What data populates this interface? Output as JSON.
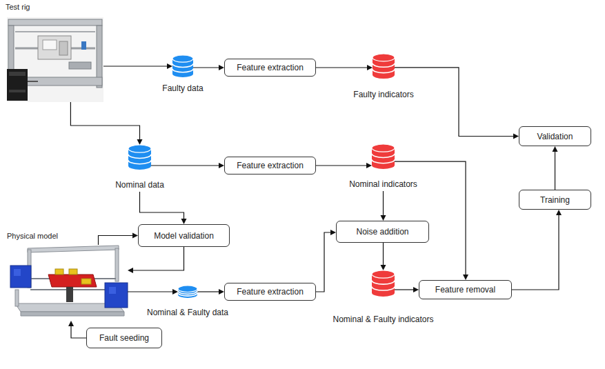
{
  "diagram": {
    "nodes": [
      {
        "text": [
          "Test rig"
        ]
      },
      {
        "text": [
          "Faulty data"
        ]
      },
      {
        "text": [
          "Feature extraction"
        ]
      },
      {
        "text": [
          "Faulty indicators"
        ]
      },
      {
        "text": [
          "Validation"
        ]
      },
      {
        "text": [
          "Nominal data"
        ]
      },
      {
        "text": [
          "Feature extraction"
        ]
      },
      {
        "text": [
          "Nominal indicators"
        ]
      },
      {
        "text": [
          "Training"
        ]
      },
      {
        "text": [
          "Noise addition"
        ]
      },
      {
        "text": [
          "Physical model"
        ]
      },
      {
        "text": [
          "Model validation"
        ]
      },
      {
        "text": [
          "Nominal & Faulty data"
        ]
      },
      {
        "text": [
          "Feature extraction"
        ]
      },
      {
        "text": [
          "Nominal & Faulty indicators"
        ]
      },
      {
        "text": [
          "Feature removal"
        ]
      },
      {
        "text": [
          "Fault seeding"
        ]
      }
    ],
    "edges": [
      {
        "from": 0,
        "to": 1,
        "arrow": "to"
      },
      {
        "from": 1,
        "to": 2,
        "arrow": "to"
      },
      {
        "from": 2,
        "to": 3,
        "arrow": "to"
      },
      {
        "from": 3,
        "to": 4,
        "arrow": "to"
      },
      {
        "from": 0,
        "to": 5,
        "arrow": "to"
      },
      {
        "from": 5,
        "to": 6,
        "arrow": "to"
      },
      {
        "from": 6,
        "to": 7,
        "arrow": "to"
      },
      {
        "from": 7,
        "to": 9,
        "arrow": "to"
      },
      {
        "from": 7,
        "to": 15,
        "arrow": "to"
      },
      {
        "from": 5,
        "to": 11,
        "arrow": "to"
      },
      {
        "from": 10,
        "to": 11,
        "arrow": "to"
      },
      {
        "from": 11,
        "to": 10,
        "arrow": "to"
      },
      {
        "from": 10,
        "to": 12,
        "arrow": "to"
      },
      {
        "from": 12,
        "to": 13,
        "arrow": "to"
      },
      {
        "from": 13,
        "to": 9,
        "arrow": "to"
      },
      {
        "from": 9,
        "to": 14,
        "arrow": "to"
      },
      {
        "from": 14,
        "to": 15,
        "arrow": "to"
      },
      {
        "from": 15,
        "to": 8,
        "arrow": "to"
      },
      {
        "from": 8,
        "to": 4,
        "arrow": "to"
      },
      {
        "from": 16,
        "to": 10,
        "arrow": "to"
      }
    ]
  }
}
